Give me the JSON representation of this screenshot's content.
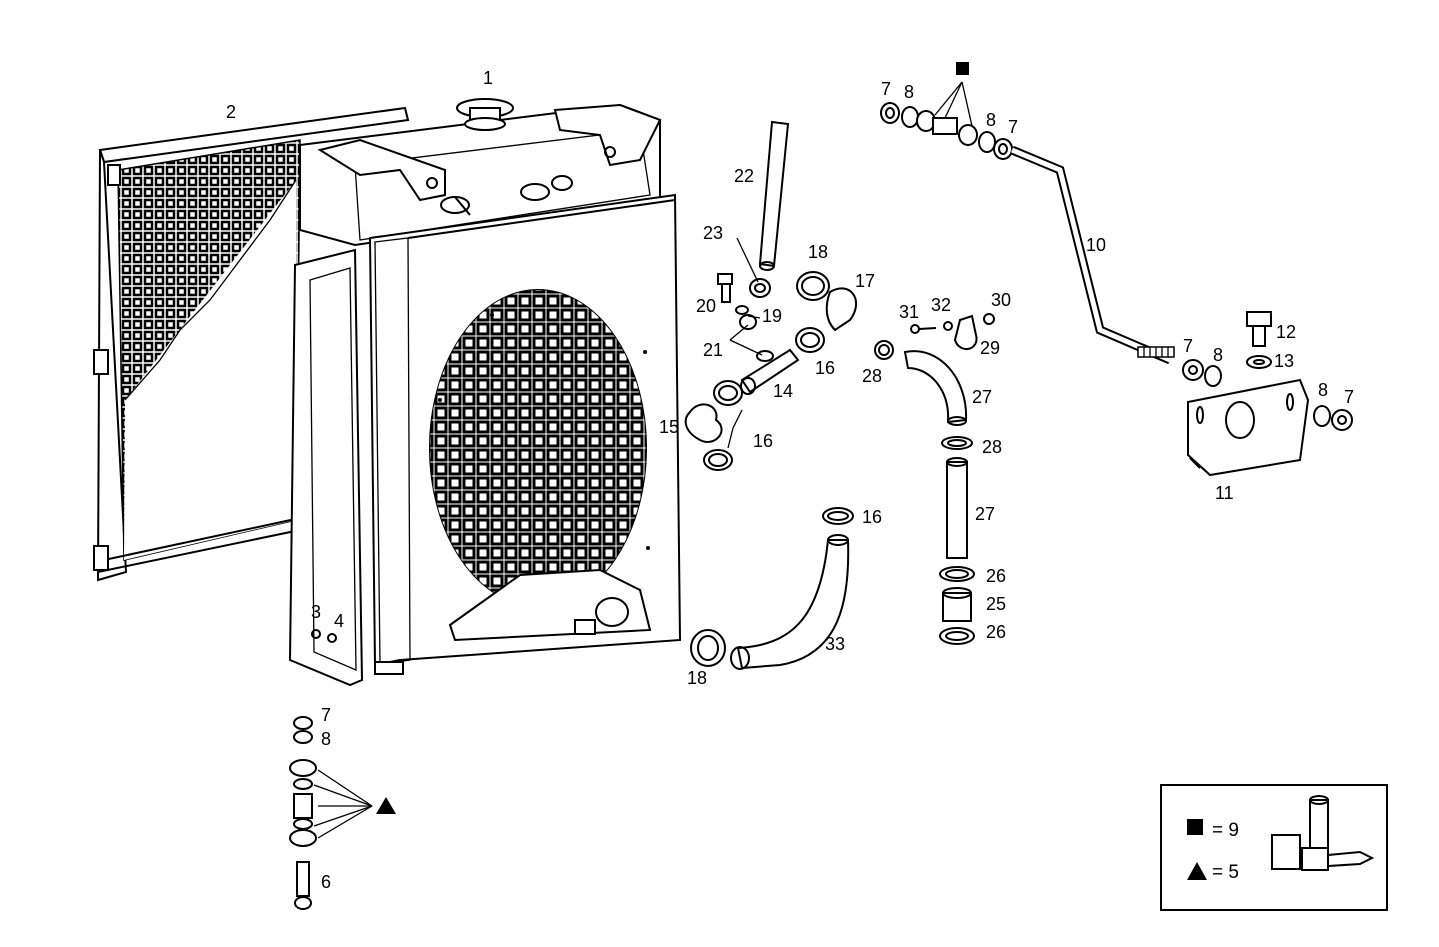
{
  "labels": {
    "p1": "1",
    "p2": "2",
    "p3": "3",
    "p4": "4",
    "p6": "6",
    "p7a": "7",
    "p8a": "8",
    "p8b": "8",
    "p7b": "7",
    "p10": "10",
    "p11": "11",
    "p12": "12",
    "p13": "13",
    "p7c": "7",
    "p8c": "8",
    "p8d": "8",
    "p7d": "7",
    "p14": "14",
    "p15": "15",
    "p16a": "16",
    "p16b": "16",
    "p16c": "16",
    "p17": "17",
    "p18a": "18",
    "p18b": "18",
    "p19": "19",
    "p20": "20",
    "p21": "21",
    "p22": "22",
    "p23": "23",
    "p25": "25",
    "p26a": "26",
    "p26b": "26",
    "p27a": "27",
    "p27b": "27",
    "p28a": "28",
    "p28b": "28",
    "p29": "29",
    "p30": "30",
    "p31": "31",
    "p32": "32",
    "p33": "33",
    "p7e": "7",
    "p8e": "8"
  },
  "legend": {
    "square_value": "= 9",
    "triangle_value": "= 5"
  }
}
